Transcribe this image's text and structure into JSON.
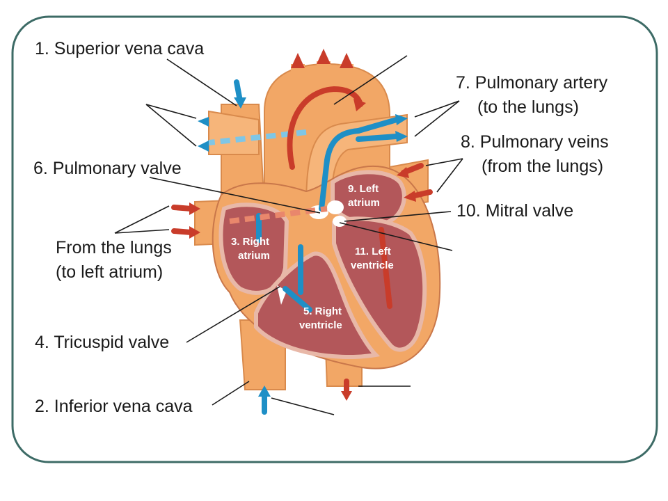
{
  "labels": {
    "superior_vena_cava": "1. Superior vena cava",
    "inferior_vena_cava": "2. Inferior vena cava",
    "right_atrium": [
      "3. Right",
      "atrium"
    ],
    "tricuspid_valve": "4. Tricuspid valve",
    "right_ventricle": [
      "5. Right",
      "ventricle"
    ],
    "pulmonary_valve": "6. Pulmonary valve",
    "pulmonary_artery": [
      "7. Pulmonary artery",
      "(to the lungs)"
    ],
    "pulmonary_veins": [
      "8. Pulmonary veins",
      "(from the lungs)"
    ],
    "left_atrium": [
      "9. Left",
      "atrium"
    ],
    "mitral_valve": "10. Mitral valve",
    "left_ventricle": [
      "11. Left",
      "ventricle"
    ],
    "from_the_lungs": [
      "From the lungs",
      "(to left atrium)"
    ]
  },
  "colors": {
    "frame": "#3d6b66",
    "vessel": "#f2a766",
    "chamber": "#b3575a",
    "deoxygenated_flow": "#1e8fc6",
    "oxygenated_flow": "#c93c2a"
  }
}
